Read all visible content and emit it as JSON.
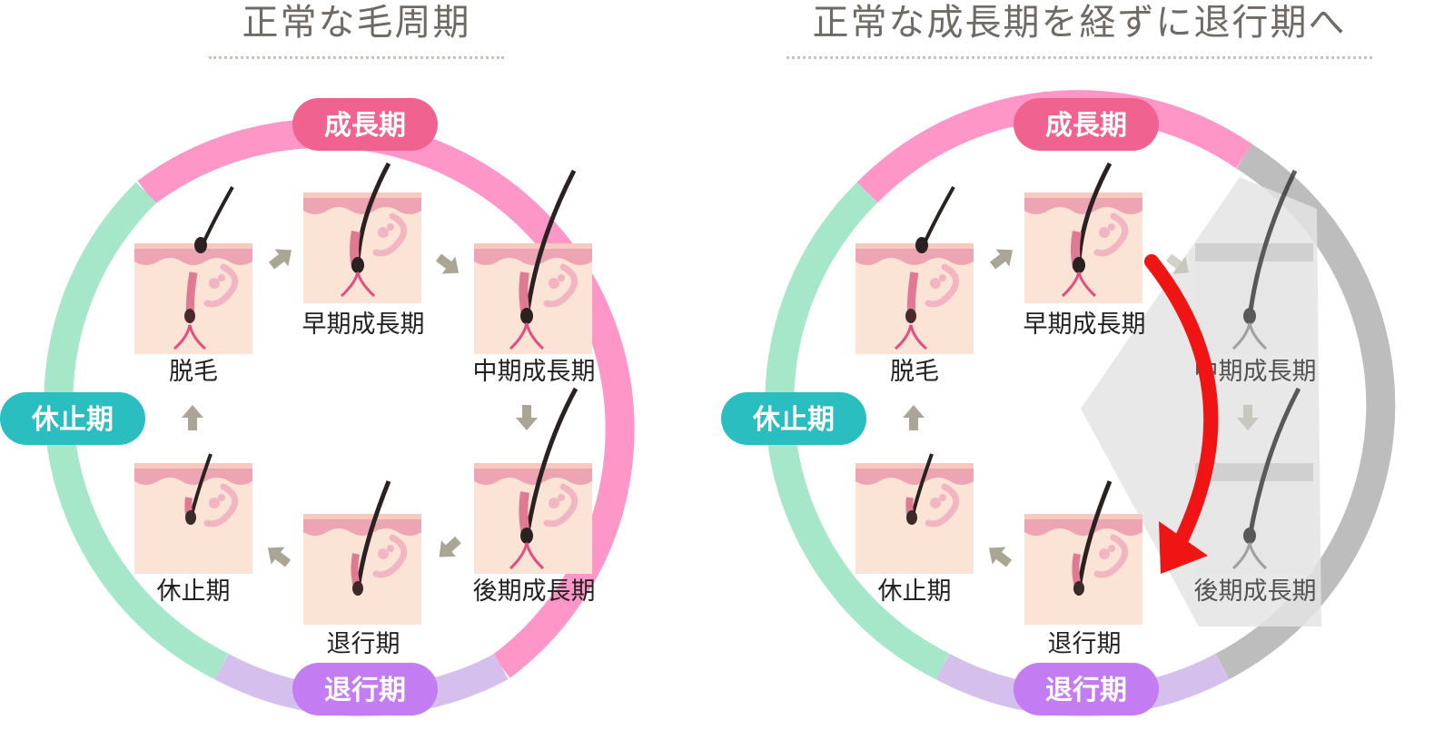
{
  "panels": [
    {
      "title": "正常な毛周期",
      "phase_labels": {
        "growth": "成長期",
        "rest": "休止期",
        "regression": "退行期"
      },
      "stages": {
        "early_growth": "早期成長期",
        "mid_growth": "中期成長期",
        "late_growth": "後期成長期",
        "regression": "退行期",
        "resting": "休止期",
        "shedding": "脱毛"
      }
    },
    {
      "title": "正常な成長期を経ずに退行期へ",
      "phase_labels": {
        "growth": "成長期",
        "rest": "休止期",
        "regression": "退行期"
      },
      "stages": {
        "early_growth": "早期成長期",
        "mid_growth": "中期成長期",
        "late_growth": "後期成長期",
        "regression": "退行期",
        "resting": "休止期",
        "shedding": "脱毛"
      }
    }
  ],
  "colors": {
    "growth": "#ff96c8",
    "growth_pill": "#f0628f",
    "rest": "#a6e6c9",
    "rest_pill": "#2abec0",
    "regression": "#d5bfec",
    "regression_pill": "#c47cf2",
    "skipped": "#bdbdbd",
    "skip_arrow": "#f01414",
    "flow_arrow": "#aaa594",
    "skin": "#fbe3d5",
    "skin_top": "#eda5b4"
  }
}
